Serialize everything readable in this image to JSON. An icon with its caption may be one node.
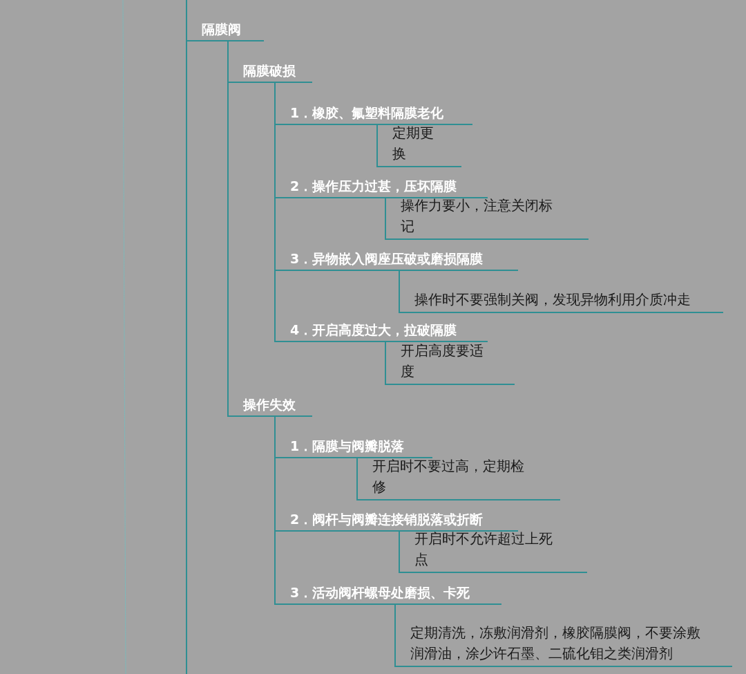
{
  "diagram": {
    "nodes": [
      {
        "text": [
          "隔膜阀"
        ]
      },
      {
        "text": [
          "隔膜破损"
        ]
      },
      {
        "text": [
          "1．橡胶、氟塑料隔膜老化"
        ]
      },
      {
        "text": [
          "定期更换"
        ]
      },
      {
        "text": [
          "2．操作压力过甚，压坏隔膜"
        ]
      },
      {
        "text": [
          "操作力要小，注意关闭标记"
        ]
      },
      {
        "text": [
          "3．异物嵌入阀座压破或磨损隔膜"
        ]
      },
      {
        "text": [
          "操作时不要强制关阀，发现异物利用介质冲走"
        ]
      },
      {
        "text": [
          "4．开启高度过大，拉破隔膜"
        ]
      },
      {
        "text": [
          "开启高度要适度"
        ]
      },
      {
        "text": [
          "操作失效"
        ]
      },
      {
        "text": [
          "1．隔膜与阀瓣脱落"
        ]
      },
      {
        "text": [
          "开启时不要过高，定期检修"
        ]
      },
      {
        "text": [
          "2．阀杆与阀瓣连接销脱落或折断"
        ]
      },
      {
        "text": [
          "开启时不允许超过上死点"
        ]
      },
      {
        "text": [
          "3．活动阀杆螺母处磨损、卡死"
        ]
      },
      {
        "text": [
          "定期清洗，冻敷润滑剂，橡胶隔膜阀，不要涂敷润滑油，涂少许石墨、二硫化钼之类润滑剂"
        ]
      }
    ],
    "edges": [
      {
        "from": null,
        "to": 0,
        "arrow": "none"
      },
      {
        "from": 0,
        "to": 1,
        "arrow": "none"
      },
      {
        "from": 1,
        "to": 2,
        "arrow": "none"
      },
      {
        "from": 2,
        "to": 3,
        "arrow": "none"
      },
      {
        "from": 1,
        "to": 4,
        "arrow": "none"
      },
      {
        "from": 4,
        "to": 5,
        "arrow": "none"
      },
      {
        "from": 1,
        "to": 6,
        "arrow": "none"
      },
      {
        "from": 6,
        "to": 7,
        "arrow": "none"
      },
      {
        "from": 1,
        "to": 8,
        "arrow": "none"
      },
      {
        "from": 8,
        "to": 9,
        "arrow": "none"
      },
      {
        "from": 0,
        "to": 10,
        "arrow": "none"
      },
      {
        "from": 10,
        "to": 11,
        "arrow": "none"
      },
      {
        "from": 11,
        "to": 12,
        "arrow": "none"
      },
      {
        "from": 10,
        "to": 13,
        "arrow": "none"
      },
      {
        "from": 13,
        "to": 14,
        "arrow": "none"
      },
      {
        "from": 10,
        "to": 15,
        "arrow": "none"
      },
      {
        "from": 15,
        "to": 16,
        "arrow": "none"
      }
    ]
  }
}
